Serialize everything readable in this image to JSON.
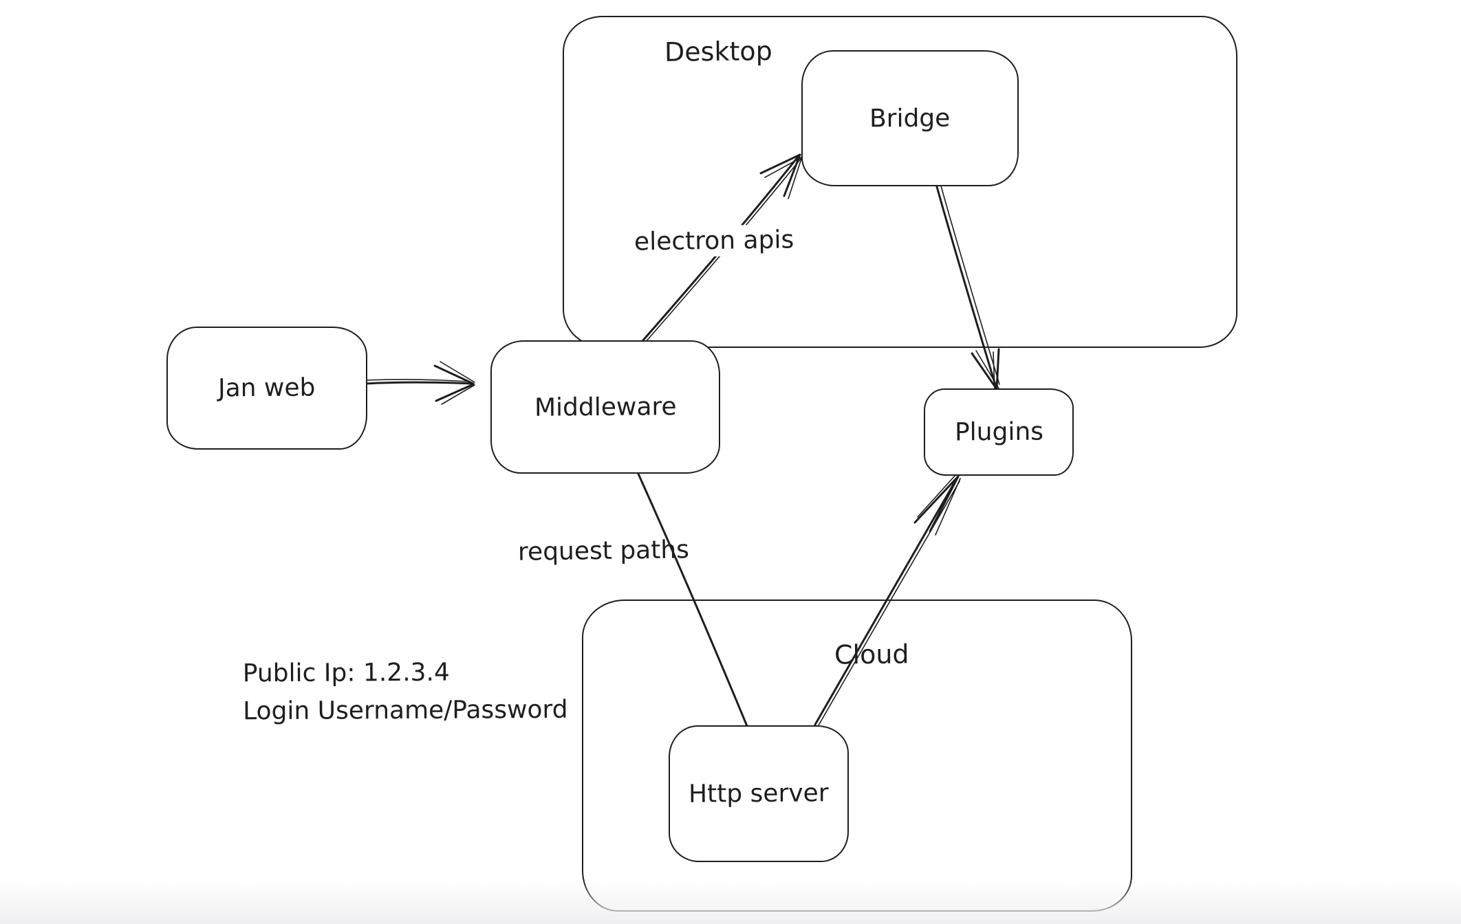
{
  "canvas": {
    "background_color": "#ffffff",
    "stroke_color": "#1e1e1e"
  },
  "containers": [
    {
      "id": "desktop",
      "label": "Desktop"
    },
    {
      "id": "cloud",
      "label": "Cloud"
    }
  ],
  "nodes": [
    {
      "id": "jan-web",
      "label": "Jan web"
    },
    {
      "id": "middleware",
      "label": "Middleware"
    },
    {
      "id": "bridge",
      "label": "Bridge"
    },
    {
      "id": "plugins",
      "label": "Plugins"
    },
    {
      "id": "http-server",
      "label": "Http server"
    }
  ],
  "edges": [
    {
      "from": "Jan web",
      "to": "Middleware",
      "label": "",
      "arrowhead": "end"
    },
    {
      "from": "Middleware",
      "to": "Bridge",
      "label": "electron apis",
      "arrowhead": "end"
    },
    {
      "from": "Bridge",
      "to": "Plugins",
      "label": "",
      "arrowhead": "end"
    },
    {
      "from": "Middleware",
      "to": "Http server",
      "label": "request paths",
      "arrowhead": "none"
    },
    {
      "from": "Http server",
      "to": "Plugins",
      "label": "",
      "arrowhead": "end"
    }
  ],
  "annotations": [
    {
      "text": "Public Ip: 1.2.3.4"
    },
    {
      "text": "Login Username/Password"
    }
  ]
}
